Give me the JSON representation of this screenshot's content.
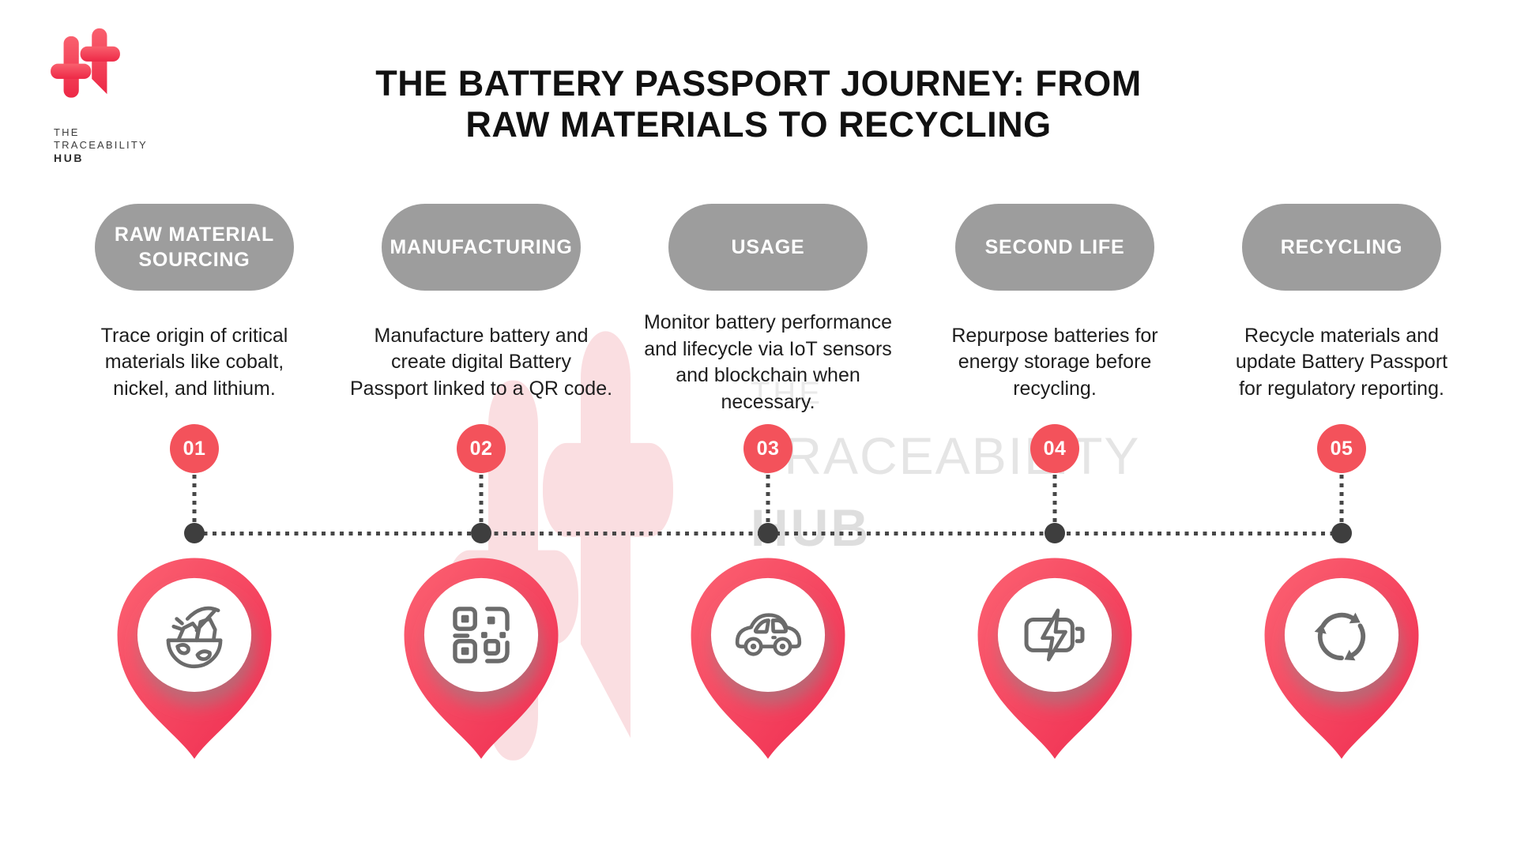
{
  "brand": {
    "wordmark": "THE\nTRACEABILITY",
    "hub": "HUB"
  },
  "title": {
    "text": "THE BATTERY PASSPORT JOURNEY: FROM\nRAW MATERIALS TO RECYCLING"
  },
  "watermark": {
    "the": "THE",
    "traceability": "TRACEABILITY",
    "hub": "HUB"
  },
  "colors": {
    "accent_red": "#F0304F",
    "accent_red_light": "#FC6272",
    "badge_red": "#F3525B",
    "pill_gray": "#9D9D9D",
    "icon_gray": "#6B6B6B",
    "timeline_gray": "#474747",
    "node_gray": "#3E3E3E",
    "text_dark": "#1D1D1D",
    "watermark_pink": "#FAD6DA",
    "watermark_gray": "#E5E5E5"
  },
  "stages": [
    {
      "number": "01",
      "label": "RAW MATERIAL\nSOURCING",
      "description": "Trace origin of critical\nmaterials like cobalt,\nnickel, and lithium.",
      "icon": "mining-pickaxe-globe"
    },
    {
      "number": "02",
      "label": "MANUFACTURING",
      "description": "Manufacture battery and\ncreate digital Battery\nPassport linked to a QR code.",
      "icon": "qr-code"
    },
    {
      "number": "03",
      "label": "USAGE",
      "description": "Monitor battery performance\nand lifecycle via IoT sensors\nand blockchain when\nnecessary.",
      "icon": "car"
    },
    {
      "number": "04",
      "label": "SECOND LIFE",
      "description": "Repurpose batteries for\nenergy storage before\nrecycling.",
      "icon": "battery-charging"
    },
    {
      "number": "05",
      "label": "RECYCLING",
      "description": "Recycle materials and\nupdate Battery Passport\nfor regulatory reporting.",
      "icon": "recycle-arrows"
    }
  ]
}
